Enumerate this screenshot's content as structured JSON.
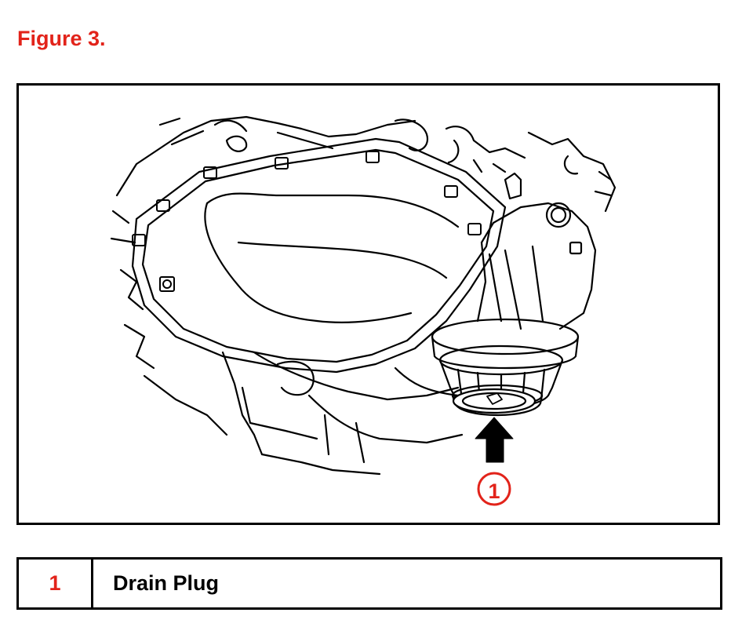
{
  "figure": {
    "title": "Figure 3.",
    "callout": "1"
  },
  "legend": {
    "rows": [
      {
        "number": "1",
        "label": "Drain Plug"
      }
    ]
  },
  "colors": {
    "accent": "#e2231a",
    "line": "#000000",
    "background": "#ffffff"
  }
}
